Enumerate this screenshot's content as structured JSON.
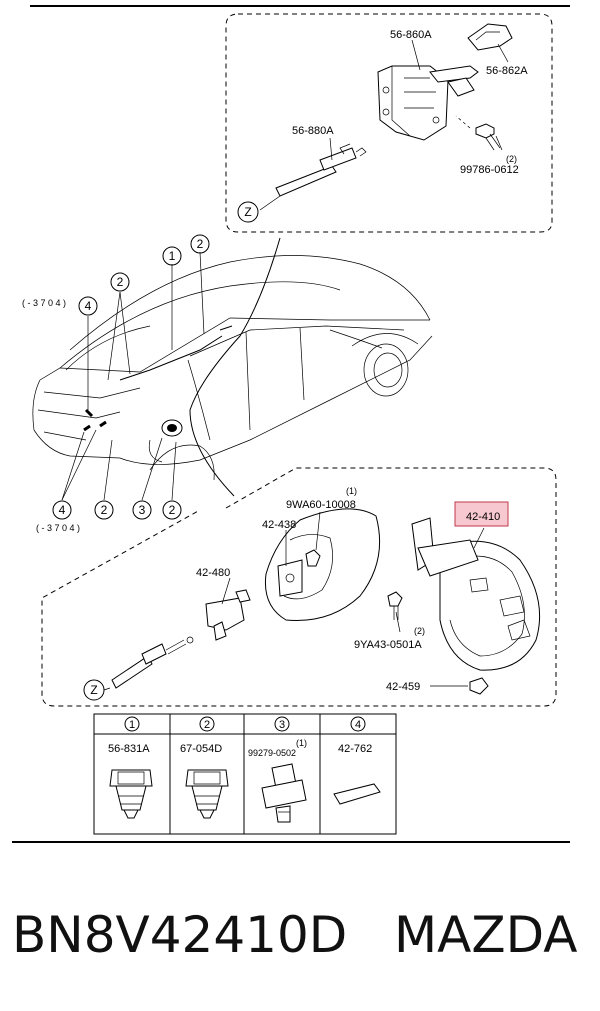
{
  "diagram": {
    "top_box": {
      "labels": {
        "p1": "56-860A",
        "p2": "56-862A",
        "p3": "56-880A",
        "p4": "99786-0612",
        "p4_qty": "(2)",
        "ref": "Z"
      }
    },
    "car_callouts": {
      "c1": "1",
      "c2a": "2",
      "c2b": "2",
      "c2c": "2",
      "c2d": "2",
      "c3": "3",
      "c4a": "4",
      "c4b": "4",
      "note_top": "( - 3 7 0 4 )",
      "note_bottom": "( - 3 7 0 4 )"
    },
    "bottom_box": {
      "labels": {
        "p1": "9WA60-10008",
        "p1_qty": "(1)",
        "p2": "42-438",
        "p3": "42-480",
        "p4": "42-410",
        "p5": "9YA43-0501A",
        "p5_qty": "(2)",
        "p6": "42-459",
        "ref": "Z"
      },
      "highlight_color": "#f8c8d0",
      "highlight_border": "#c0394b"
    },
    "legend": {
      "headers": [
        "1",
        "2",
        "3",
        "4"
      ],
      "parts": [
        "56-831A",
        "67-054D",
        "99279-0502",
        "42-762"
      ],
      "qty3": "(1)"
    }
  },
  "caption": {
    "part_number": "BN8V42410D",
    "brand": "MAZDA"
  }
}
